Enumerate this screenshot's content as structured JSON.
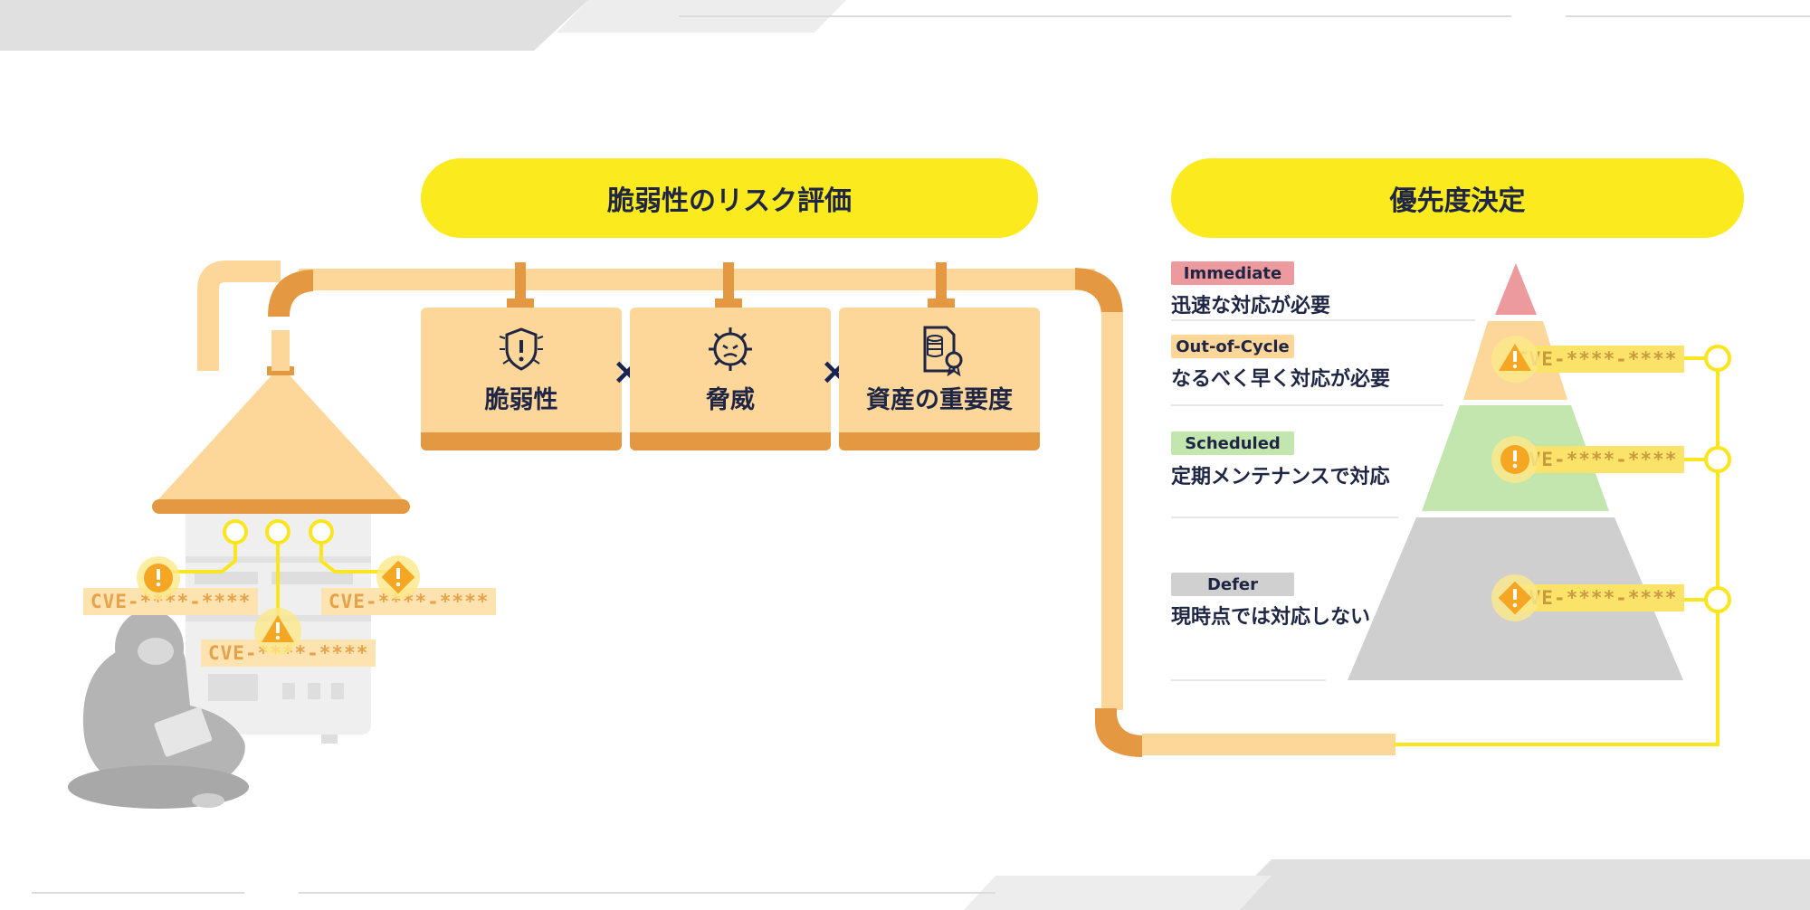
{
  "risk_title": "脆弱性のリスク評価",
  "priority_title": "優先度決定",
  "factors": [
    {
      "label": "脆弱性",
      "icon": "shield-vulnerability-icon"
    },
    {
      "label": "脅威",
      "icon": "virus-threat-icon"
    },
    {
      "label": "資産の重要度",
      "icon": "asset-document-icon"
    }
  ],
  "multiply_symbol": "×",
  "priorities": [
    {
      "tag": "Immediate",
      "desc": "迅速な対応が必要",
      "color": "#ec9a9d"
    },
    {
      "tag": "Out-of-Cycle",
      "desc": "なるべく早く対応が必要",
      "color": "#fdd79a"
    },
    {
      "tag": "Scheduled",
      "desc": "定期メンテナンスで対応",
      "color": "#c2e6ae"
    },
    {
      "tag": "Defer",
      "desc": "現時点では対応しない",
      "color": "#d0d0d0"
    }
  ],
  "cve_label": "CVE-****-****",
  "colors": {
    "accent_yellow": "#fbea1e",
    "pipe_light": "#fdd79a",
    "pipe_dark": "#e49842",
    "navy": "#1f2544"
  }
}
